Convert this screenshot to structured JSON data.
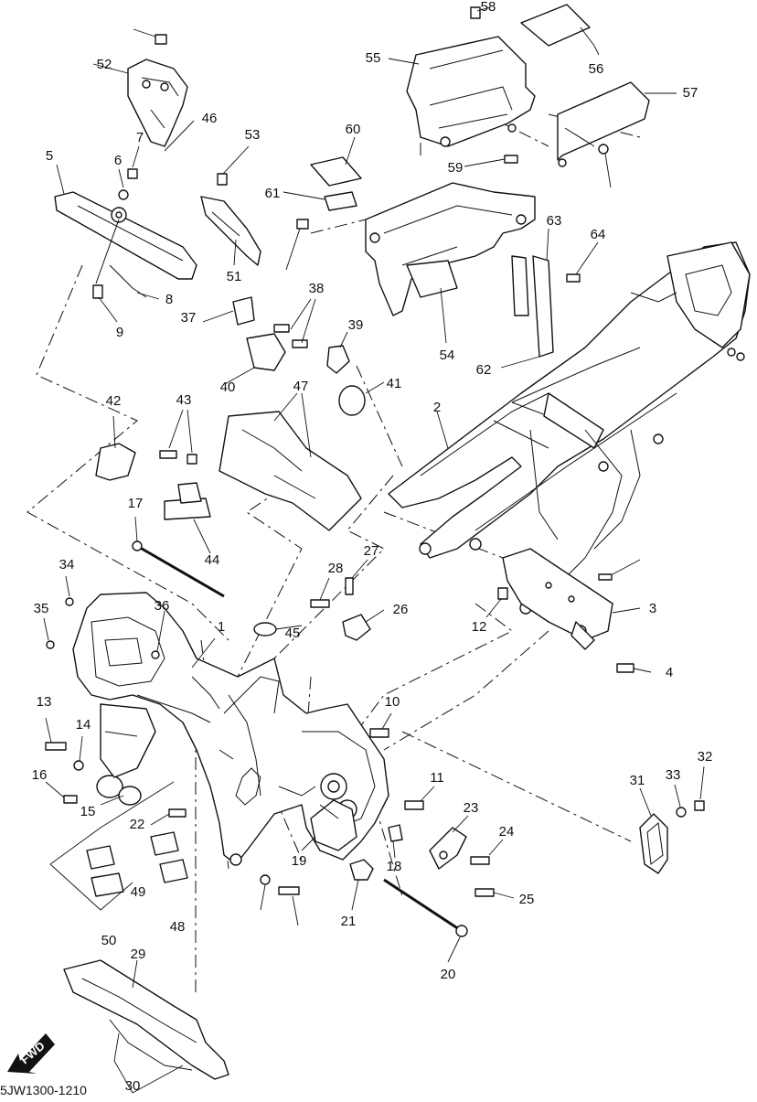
{
  "diagram_code": "5JW1300-1210",
  "fwd_label": "FWD",
  "callouts": [
    "1",
    "2",
    "3",
    "4",
    "5",
    "6",
    "7",
    "8",
    "9",
    "10",
    "11",
    "12",
    "13",
    "14",
    "15",
    "16",
    "17",
    "18",
    "19",
    "20",
    "21",
    "22",
    "23",
    "24",
    "25",
    "26",
    "27",
    "28",
    "29",
    "30",
    "31",
    "32",
    "33",
    "34",
    "35",
    "36",
    "37",
    "38",
    "39",
    "40",
    "41",
    "42",
    "43",
    "44",
    "45",
    "46",
    "47",
    "48",
    "49",
    "50",
    "51",
    "52",
    "53",
    "54",
    "55",
    "56",
    "57",
    "58",
    "59",
    "60",
    "61",
    "62",
    "63",
    "64"
  ]
}
